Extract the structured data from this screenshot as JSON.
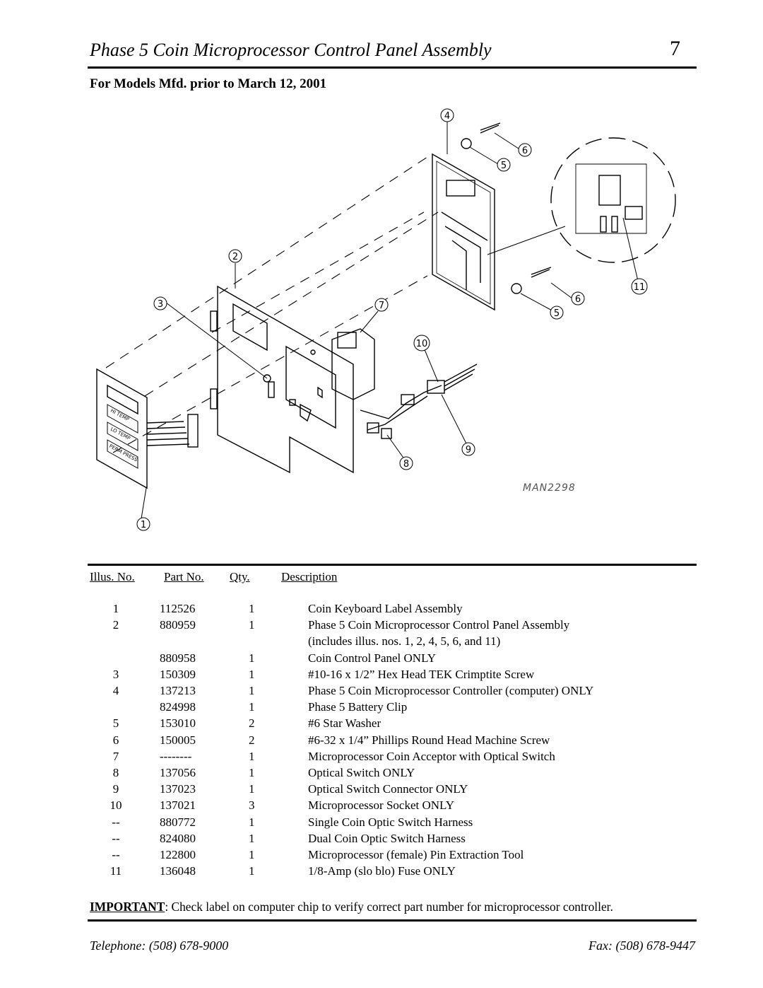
{
  "header": {
    "title": "Phase 5 Coin Microprocessor Control Panel Assembly",
    "page_number": "7",
    "subtitle": "For Models Mfd. prior to March 12, 2001"
  },
  "diagram": {
    "drawing_id": "MAN2298",
    "callouts": [
      "1",
      "2",
      "3",
      "4",
      "5",
      "6",
      "7",
      "8",
      "9",
      "10",
      "11",
      "5",
      "6"
    ],
    "keypad_labels": [
      "HI TEMP",
      "LO TEMP",
      "PERM PRESS"
    ]
  },
  "table": {
    "headers": {
      "illus": "Illus. No.",
      "part": "Part No.",
      "qty": "Qty.",
      "desc": "Description"
    },
    "rows": [
      {
        "illus": "1",
        "part": "112526",
        "qty": "1",
        "desc": "Coin Keyboard Label Assembly"
      },
      {
        "illus": "2",
        "part": "880959",
        "qty": "1",
        "desc": "Phase 5 Coin Microprocessor Control Panel Assembly"
      },
      {
        "illus": "",
        "part": "",
        "qty": "",
        "desc": "(includes illus. nos. 1, 2, 4, 5, 6, and 11)"
      },
      {
        "illus": "",
        "part": "880958",
        "qty": "1",
        "desc": "Coin Control Panel ONLY"
      },
      {
        "illus": "3",
        "part": "150309",
        "qty": "1",
        "desc": "#10-16 x 1/2” Hex Head TEK Crimptite Screw"
      },
      {
        "illus": "4",
        "part": "137213",
        "qty": "1",
        "desc": "Phase 5 Coin Microprocessor Controller (computer) ONLY"
      },
      {
        "illus": "",
        "part": "824998",
        "qty": "1",
        "desc": "Phase 5 Battery Clip"
      },
      {
        "illus": "5",
        "part": "153010",
        "qty": "2",
        "desc": "#6 Star Washer"
      },
      {
        "illus": "6",
        "part": "150005",
        "qty": "2",
        "desc": "#6-32 x 1/4” Phillips Round Head Machine Screw"
      },
      {
        "illus": "7",
        "part": "--------",
        "qty": "1",
        "desc": "Microprocessor Coin Acceptor with Optical Switch"
      },
      {
        "illus": "8",
        "part": "137056",
        "qty": "1",
        "desc": "Optical Switch ONLY"
      },
      {
        "illus": "9",
        "part": "137023",
        "qty": "1",
        "desc": "Optical Switch Connector ONLY"
      },
      {
        "illus": "10",
        "part": "137021",
        "qty": "3",
        "desc": "Microprocessor Socket ONLY"
      },
      {
        "illus": "--",
        "part": "880772",
        "qty": "1",
        "desc": "Single Coin Optic Switch Harness"
      },
      {
        "illus": "--",
        "part": "824080",
        "qty": "1",
        "desc": "Dual Coin Optic Switch Harness"
      },
      {
        "illus": "--",
        "part": "122800",
        "qty": "1",
        "desc": "Microprocessor (female) Pin Extraction Tool"
      },
      {
        "illus": "11",
        "part": "136048",
        "qty": "1",
        "desc": "1/8-Amp (slo blo) Fuse ONLY"
      }
    ]
  },
  "note": {
    "label": "IMPORTANT",
    "text": ":  Check label on computer chip to verify correct part number for microprocessor controller."
  },
  "footer": {
    "telephone": "Telephone: (508) 678-9000",
    "fax": "Fax: (508) 678-9447"
  }
}
